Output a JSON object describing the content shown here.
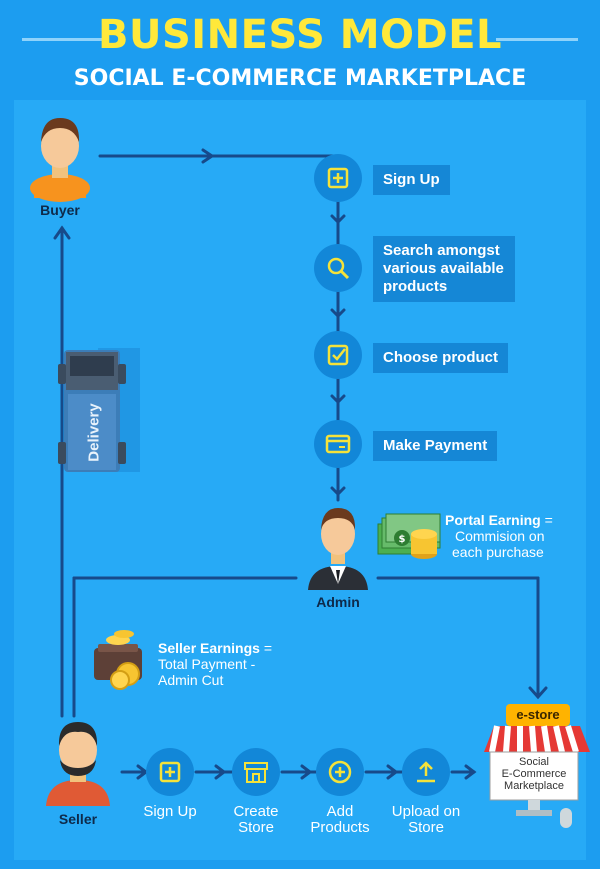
{
  "header": {
    "title": "BUSINESS MODEL",
    "subtitle": "SOCIAL E-COMMERCE MARKETPLACE"
  },
  "buyer": {
    "label": "Buyer"
  },
  "steps": [
    {
      "label": "Sign Up",
      "icon": "plus-icon"
    },
    {
      "label": "Search amongst various available products",
      "icon": "search-icon"
    },
    {
      "label": "Choose product",
      "icon": "checkbox-icon"
    },
    {
      "label": "Make Payment",
      "icon": "card-icon"
    }
  ],
  "delivery": {
    "label": "Delivery"
  },
  "admin": {
    "label": "Admin"
  },
  "portal_earning": {
    "title": "Portal Earning",
    "eq": "=",
    "line1": "Commision on",
    "line2": "each purchase"
  },
  "seller_earnings": {
    "title": "Seller Earnings",
    "eq": "=",
    "line1": "Total Payment -",
    "line2": "Admin Cut"
  },
  "seller": {
    "label": "Seller"
  },
  "seller_steps": [
    {
      "line1": "Sign Up",
      "line2": "",
      "icon": "plus-icon"
    },
    {
      "line1": "Create",
      "line2": "Store",
      "icon": "store-icon"
    },
    {
      "line1": "Add",
      "line2": "Products",
      "icon": "add-circle-icon"
    },
    {
      "line1": "Upload on",
      "line2": "Store",
      "icon": "upload-icon"
    }
  ],
  "estore": {
    "sign": "e-store",
    "line1": "Social",
    "line2": "E-Commerce",
    "line3": "Marketplace"
  },
  "colors": {
    "background": "#1c9df0",
    "title": "#ffe83a",
    "circle": "#1287d8",
    "connector": "#174a8a"
  }
}
